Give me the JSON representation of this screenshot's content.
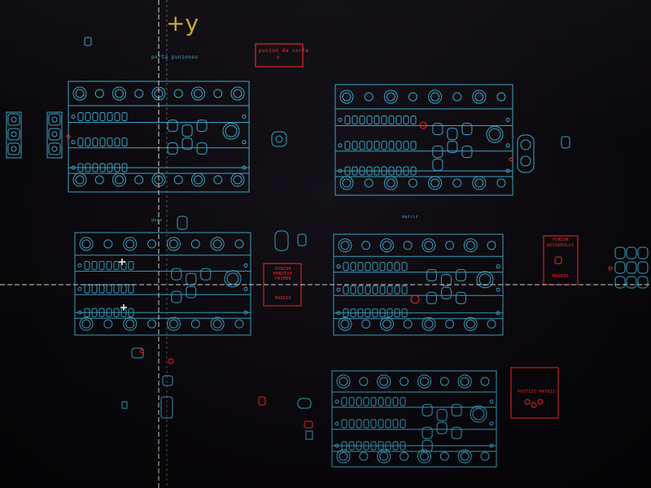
{
  "axis": {
    "y_label": "+y"
  },
  "colors": {
    "background": "#0a080c",
    "cyan": "#3aa6c8",
    "red": "#ff2a2a",
    "axis_yellow": "#c9a62e",
    "crosshair": "#d9d9d9"
  },
  "labels": {
    "top_left_plate": "porta punzones",
    "top_red_box_line1": "punzon de corte",
    "top_red_box_line2": "x",
    "middle_left_plate": "guia",
    "middle_right_plate": "matriz",
    "middle_red_box_line1": "PUNZON",
    "middle_red_box_line2": "EMBUTIR",
    "middle_red_box_line3": "PRIMER",
    "middle_red_box_line4": "MADRID",
    "right_red_box_line1": "PUNZON",
    "right_red_box_line2": "DESARROLLO",
    "right_red_box_line3": "MADRID",
    "bottom_red_box_line1": "POSTIZO MATRIZ"
  }
}
